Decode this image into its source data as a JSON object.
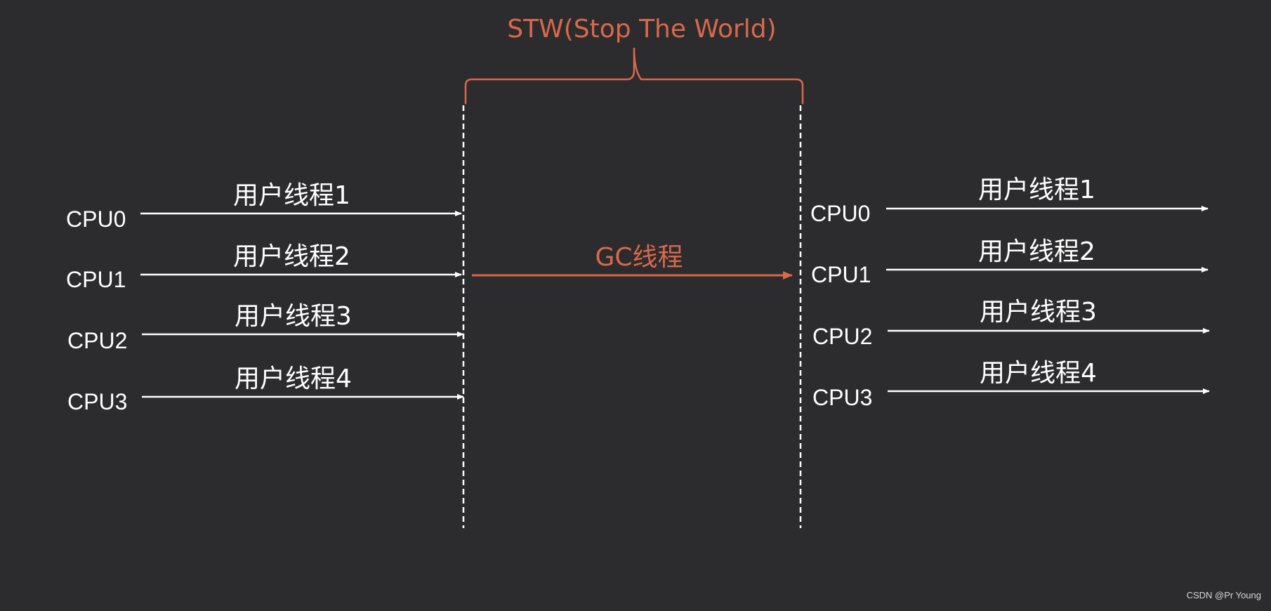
{
  "colors": {
    "background": "#2c2c2e",
    "foreground": "#ffffff",
    "accent": "#d8694a"
  },
  "stw": {
    "label": "STW(Stop The World)"
  },
  "gc": {
    "label": "GC线程"
  },
  "left": {
    "rows": [
      {
        "cpu": "CPU0",
        "thread": "用户线程1"
      },
      {
        "cpu": "CPU1",
        "thread": "用户线程2"
      },
      {
        "cpu": "CPU2",
        "thread": "用户线程3"
      },
      {
        "cpu": "CPU3",
        "thread": "用户线程4"
      }
    ]
  },
  "right": {
    "rows": [
      {
        "cpu": "CPU0",
        "thread": "用户线程1"
      },
      {
        "cpu": "CPU1",
        "thread": "用户线程2"
      },
      {
        "cpu": "CPU2",
        "thread": "用户线程3"
      },
      {
        "cpu": "CPU3",
        "thread": "用户线程4"
      }
    ]
  },
  "watermark": {
    "text": "CSDN @Pr Young"
  }
}
